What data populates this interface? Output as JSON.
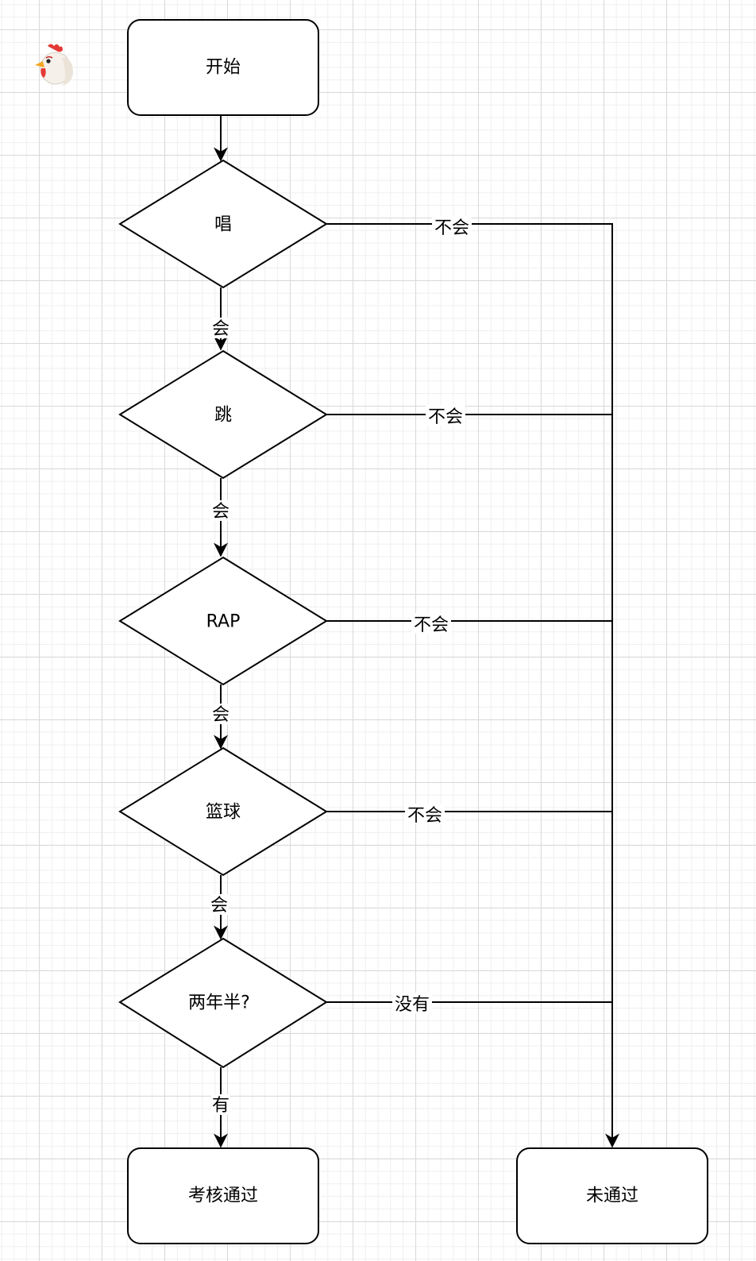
{
  "nodes": {
    "start": "开始",
    "sing": "唱",
    "dance": "跳",
    "rap": "RAP",
    "basketball": "篮球",
    "two_and_half": "两年半?",
    "pass": "考核通过",
    "fail": "未通过"
  },
  "edges": {
    "sing_yes": "会",
    "sing_no": "不会",
    "dance_yes": "会",
    "dance_no": "不会",
    "rap_yes": "会",
    "rap_no": "不会",
    "basketball_yes": "会",
    "basketball_no": "不会",
    "two_and_half_yes": "有",
    "two_and_half_no": "没有"
  },
  "decoration": {
    "icon": "rooster-icon"
  }
}
